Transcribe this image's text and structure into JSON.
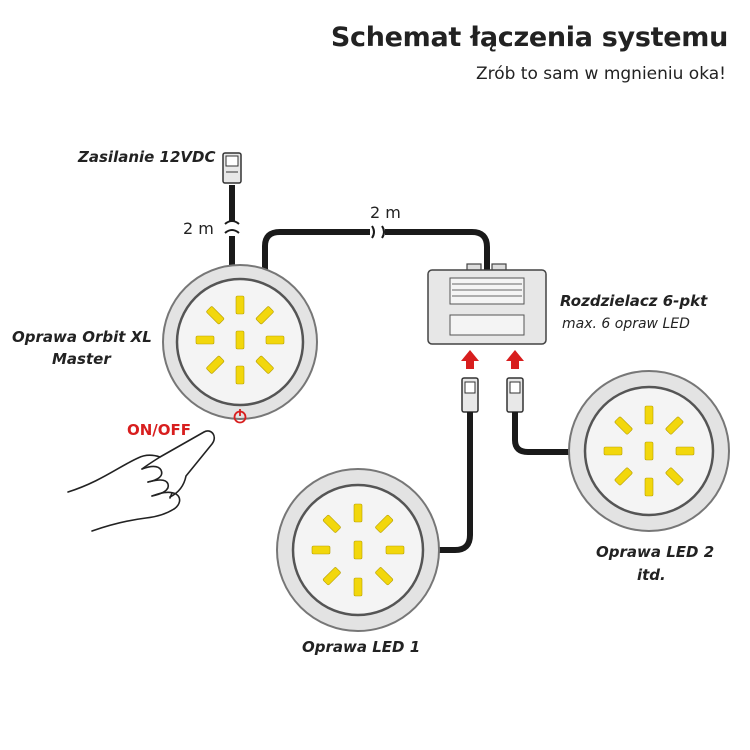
{
  "header": {
    "title": "Schemat łączenia systemu",
    "subtitle": "Zrób to sam w mgnieniu oka!"
  },
  "labels": {
    "power": "Zasilanie 12VDC",
    "cable_len_1": "2 m",
    "cable_len_2": "2 m",
    "master_line1": "Oprawa Orbit XL",
    "master_line2": "Master",
    "onoff": "ON/OFF",
    "splitter_line1": "Rozdzielacz 6-pkt",
    "splitter_line2": "max. 6 opraw LED",
    "led1": "Oprawa LED 1",
    "led2_line1": "Oprawa LED 2",
    "led2_line2": "itd."
  },
  "icons": [
    "power-icon",
    "hand-pointer-icon",
    "up-arrow-icon"
  ],
  "colors": {
    "cable": "#1a1a1a",
    "led_segment": "#f2d70c",
    "accent_red": "#d81e1e",
    "ring": "#e3e3e3",
    "fixture_face": "#f4f4f4"
  }
}
